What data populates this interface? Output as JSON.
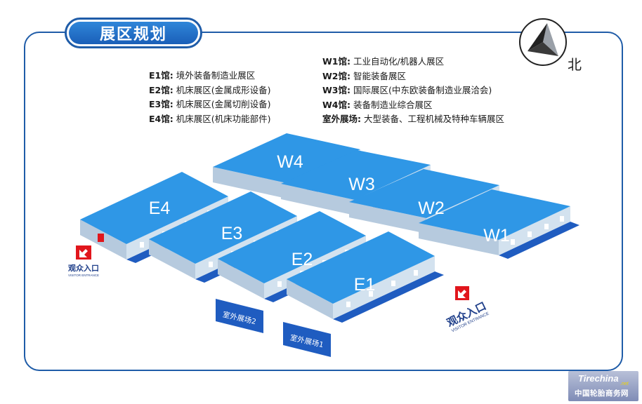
{
  "title": "展区规划",
  "compass": {
    "label": "北"
  },
  "legend_left": [
    {
      "key": "E1馆:",
      "text": "境外装备制造业展区"
    },
    {
      "key": "E2馆:",
      "text": "机床展区(金属成形设备)"
    },
    {
      "key": "E3馆:",
      "text": "机床展区(金属切削设备)"
    },
    {
      "key": "E4馆:",
      "text": "机床展区(机床功能部件)"
    }
  ],
  "legend_right": [
    {
      "key": "W1馆:",
      "text": "工业自动化/机器人展区"
    },
    {
      "key": "W2馆:",
      "text": "智能装备展区"
    },
    {
      "key": "W3馆:",
      "text": "国际展区(中东欧装备制造业展洽会)"
    },
    {
      "key": "W4馆:",
      "text": "装备制造业综合展区"
    },
    {
      "key": "室外展场:",
      "text": "大型装备、工程机械及特种车辆展区"
    }
  ],
  "halls": [
    "W4",
    "W3",
    "W2",
    "W1",
    "E4",
    "E3",
    "E2",
    "E1"
  ],
  "outdoor": [
    "室外展场2",
    "室外展场1"
  ],
  "entrance": {
    "cn": "观众入口",
    "en": "VISITOR ENTRANCE"
  },
  "watermark": {
    "logo": "Tirechina",
    "net": ".net",
    "cn": "中国轮胎商务网"
  },
  "colors": {
    "roof": "#2f97e6",
    "wall": "#c7d9ea",
    "ground": "#1f5cc0",
    "frame": "#1f5ca8",
    "marker": "#e1161c"
  }
}
